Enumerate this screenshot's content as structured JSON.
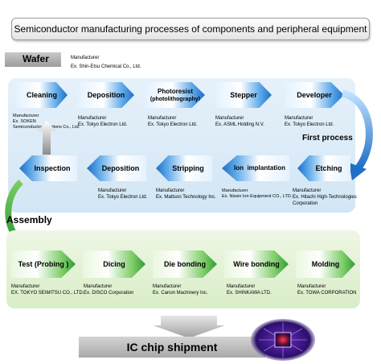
{
  "title": "Semiconductor manufacturing processes of components and peripheral equipment",
  "wafer": {
    "label": "Wafer",
    "manufacturer": "Manufacturer",
    "example": "Ex. Shin-Etsu Chemical Co., Ltd."
  },
  "first_process_label": "First process",
  "first_row": [
    {
      "label": "Cleaning",
      "manufacturer": "Manufacturer",
      "example_lines": [
        "Ex. SOKEN",
        "Semiconductor Solutions Co., Ltd."
      ]
    },
    {
      "label": "Deposition",
      "manufacturer": "Manufacturer",
      "example_lines": [
        "Ex. Tokyo Electron Ltd."
      ]
    },
    {
      "label_lines": [
        "Photoresist",
        "(photolithography)"
      ],
      "manufacturer": "Manufacturer",
      "example_lines": [
        "Ex. Tokyo Electron Ltd."
      ]
    },
    {
      "label": "Stepper",
      "manufacturer": "Manufacturer",
      "example_lines": [
        "Ex. ASML Holding N.V."
      ]
    },
    {
      "label": "Developer",
      "manufacturer": "Manufacturer",
      "example_lines": [
        "Ex. Tokyo Electron Ltd."
      ]
    }
  ],
  "second_row": [
    {
      "label": "Inspection"
    },
    {
      "label": "Deposition",
      "manufacturer": "Manufacturer",
      "example_lines": [
        "Ex. Tokyo Electron Ltd."
      ]
    },
    {
      "label": "Stripping",
      "manufacturer": "Manufacturer",
      "example_lines": [
        "Ex. Mattson Technology Inc."
      ]
    },
    {
      "label": "Ion  implantation",
      "manufacturer": "Manufacturer",
      "example_lines": [
        "Ex. Nissin Ion Equipment CO., LTD."
      ]
    },
    {
      "label": "Etching",
      "manufacturer": "Manufacturer",
      "example_lines": [
        "Ex. Hitachi High-Technologies",
        "Corporation"
      ]
    }
  ],
  "assembly_label": "Assembly",
  "assembly_row": [
    {
      "label": "Test (Probing )",
      "manufacturer": "Manufacturer",
      "example": "EX. TOKYO SEIMITSU CO., LTD."
    },
    {
      "label": "Dicing",
      "manufacturer": "Manufacturer",
      "example": "Ex. DISCO Corporation"
    },
    {
      "label": "Die bonding",
      "manufacturer": "Manufacturer",
      "example": "Ex. Canon Machinery Inc."
    },
    {
      "label": "Wire bonding",
      "manufacturer": "Manufacturer",
      "example": "Ex. SHINKAWA LTD."
    },
    {
      "label": "Molding",
      "manufacturer": "Manufacturer",
      "example": "Ex. TOWA CORPORATION"
    }
  ],
  "shipment_label": "IC chip shipment",
  "colors": {
    "blue_arrow": "#1f6fc6",
    "green_arrow": "#2f9a35",
    "blue_panel": "#d8eaf7",
    "green_panel": "#e2f2d6",
    "gray_bar": "#b0b0b0"
  }
}
